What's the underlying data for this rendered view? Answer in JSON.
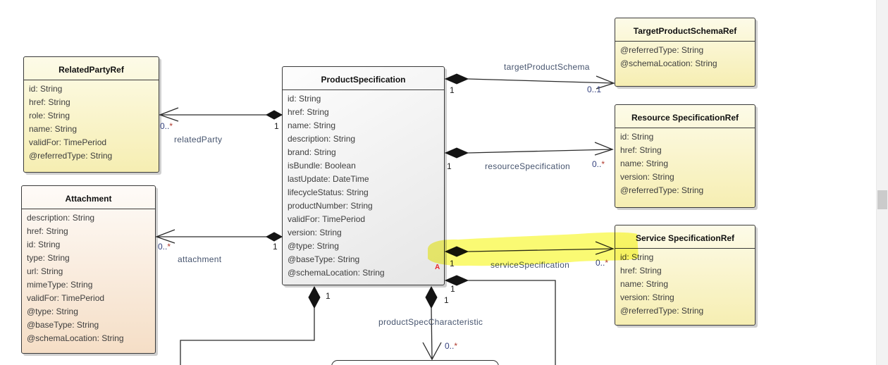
{
  "colors": {
    "highlight_marker": "#F5F500",
    "class_fill_yellow": "#F6EEB2",
    "class_fill_peach": "#F5DEC6",
    "class_fill_gray": "#E6E6E6",
    "connector_label": "#46546E",
    "multiplicity": "#35427E",
    "multiplicity_asterisk": "#B03A2E",
    "marker_a_red": "#E8262A"
  },
  "classes": {
    "related_party_ref": {
      "name": "RelatedPartyRef",
      "attributes": [
        "id: String",
        "href: String",
        "role: String",
        "name: String",
        "validFor: TimePeriod",
        "@referredType: String"
      ]
    },
    "attachment": {
      "name": "Attachment",
      "attributes": [
        "description: String",
        "href: String",
        "id: String",
        "type: String",
        "url: String",
        "mimeType: String",
        "validFor: TimePeriod",
        "@type: String",
        "@baseType: String",
        "@schemaLocation: String"
      ]
    },
    "product_specification": {
      "name": "ProductSpecification",
      "attributes": [
        "id: String",
        "href: String",
        "name: String",
        "description: String",
        "brand: String",
        "isBundle: Boolean",
        "lastUpdate: DateTime",
        "lifecycleStatus: String",
        "productNumber: String",
        "validFor: TimePeriod",
        "version: String",
        "@type: String",
        "@baseType: String",
        "@schemaLocation: String"
      ],
      "marker": "A"
    },
    "target_product_schema_ref": {
      "name": "TargetProductSchemaRef",
      "attributes": [
        "@referredType: String",
        "@schemaLocation: String"
      ]
    },
    "resource_specification_ref": {
      "name": "Resource SpecificationRef",
      "attributes": [
        "id: String",
        "href: String",
        "name: String",
        "version: String",
        "@referredType: String"
      ]
    },
    "service_specification_ref": {
      "name": "Service SpecificationRef",
      "attributes": [
        "id: String",
        "href: String",
        "name: String",
        "version: String",
        "@referredType: String"
      ]
    }
  },
  "connectors": {
    "related_party": {
      "name": "relatedParty",
      "source_mult": "1",
      "mult": "0..",
      "star": "*"
    },
    "attachment": {
      "name": "attachment",
      "source_mult": "1",
      "mult": "0..",
      "star": "*"
    },
    "target_product_schema": {
      "name": "targetProductSchema",
      "source_mult": "1",
      "mult": "0..1",
      "star": ""
    },
    "resource_specification": {
      "name": "resourceSpecification",
      "source_mult": "1",
      "mult": "0..",
      "star": "*"
    },
    "service_specification": {
      "name": "serviceSpecification",
      "source_mult": "1",
      "mult": "0..",
      "star": "*"
    },
    "product_spec_characteristic": {
      "name": "productSpecCharacteristic",
      "source_mult": "1",
      "mult": "0..",
      "star": "*"
    },
    "composition_left": {
      "source_mult": "1"
    },
    "composition_right": {
      "source_mult": "1"
    }
  }
}
